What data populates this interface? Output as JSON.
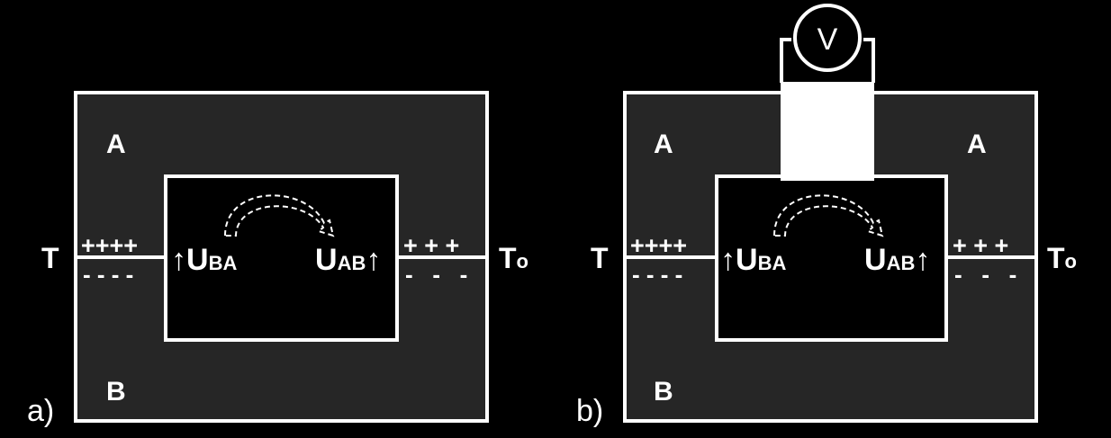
{
  "colors": {
    "background": "#000000",
    "material_fill": "#262626",
    "stroke": "#ffffff",
    "text": "#ffffff"
  },
  "panels": [
    {
      "tag": "a)",
      "label_a_left": "A",
      "label_a_right": "",
      "label_b": "B",
      "temp_left": "T",
      "temp_right": "T",
      "temp_right_sub": "o",
      "u_left_main": "U",
      "u_left_sub": "BA",
      "u_right_main": "U",
      "u_right_sub": "AB",
      "arrow_glyph": "↑",
      "charge_plus_left": "++++",
      "charge_minus_left": "- - - -",
      "charge_plus_right": "+ + +",
      "charge_minus_right": "-   -   -",
      "has_voltmeter": false
    },
    {
      "tag": "b)",
      "label_a_left": "A",
      "label_a_right": "A",
      "label_b": "B",
      "temp_left": "T",
      "temp_right": "T",
      "temp_right_sub": "o",
      "u_left_main": "U",
      "u_left_sub": "BA",
      "u_right_main": "U",
      "u_right_sub": "AB",
      "arrow_glyph": "↑",
      "charge_plus_left": "++++",
      "charge_minus_left": "- - - -",
      "charge_plus_right": "+ + +",
      "charge_minus_right": "-   -   -",
      "has_voltmeter": true,
      "voltmeter_label": "V"
    }
  ]
}
